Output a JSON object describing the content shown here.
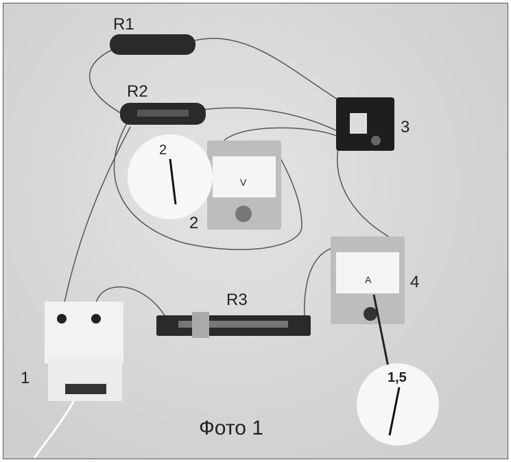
{
  "labels": {
    "r1": "R1",
    "r2": "R2",
    "switch": "3",
    "voltmeter_dial_value": "2",
    "voltmeter": "2",
    "voltmeter_unit": "V",
    "ammeter": "4",
    "ammeter_unit": "A",
    "r3": "R3",
    "power_supply": "1",
    "ammeter_dial_value": "1,5",
    "caption": "Фото 1"
  }
}
